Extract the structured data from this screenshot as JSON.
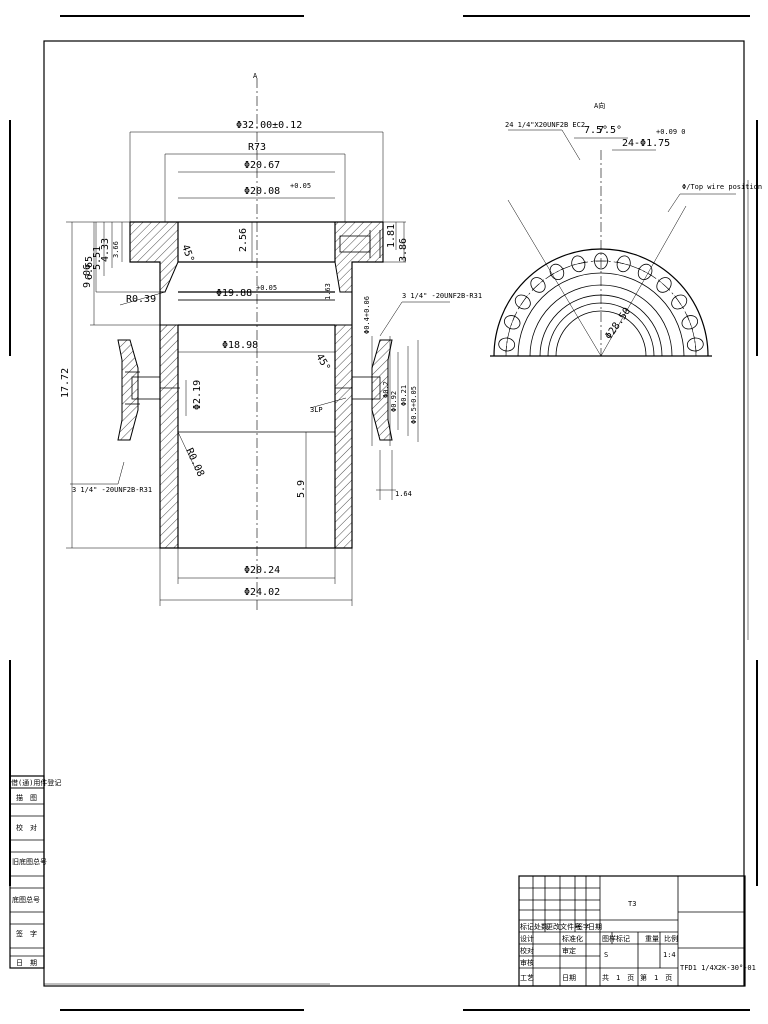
{
  "main_view": {
    "section_mark": "A",
    "dims": {
      "d_outer": "Φ32.00±0.12",
      "r_bolt": "R73",
      "d_bore1": "Φ20.67",
      "d_bore2": "Φ20.08",
      "d_bore2_tol": "+0.05",
      "d_bore3": "Φ19.88",
      "d_bore3_tol": "+0.05",
      "depth1": "2.56",
      "chamfer": "45°",
      "r039": "R0.39",
      "d_1898": "Φ18.98",
      "d_2024": "Φ20.24",
      "d_2402": "Φ24.02",
      "h_17_72": "17.72",
      "h_9_06": "9.06",
      "h_6_65": "6.65",
      "h_5_51": "5.51",
      "h_4_33": "4.33",
      "h_3_66": "3.66",
      "h_1_81": "1.81",
      "h_3_86": "3.86",
      "h_5_9": "5.9",
      "r_008": "R0.08",
      "port_d": "Φ2.19",
      "port_b1": "Φ0.4+0.06",
      "port_b2": "Φ0.2",
      "port_b3": "Φ0.92",
      "port_b4": "Φ0.21",
      "port_b5": "Φ0.5+0.05",
      "port_len": "1.64",
      "ang45": "45°",
      "small_thread": "1.63",
      "thread_note_right": "3 1/4\" -20UNF2B-R31",
      "thread_note_left": "3 1/4\" -20UNF2B-R31",
      "lbl_3lp": "3LP"
    }
  },
  "a_view": {
    "title": "A向",
    "note_left": "24 1/4\"X20UNF2B  EC2",
    "ang1": "7.5°",
    "ang2": "7.5°",
    "holes": "24-Φ1.75",
    "holes_tol": "+0.09 0",
    "top_wire": "Φ/Top wire position",
    "dia": "Φ28.50"
  },
  "left_strip": {
    "rows": [
      "借(通)用件登记",
      "描　图",
      "校　对",
      "旧底图总号",
      "底图总号",
      "签　字",
      "日　期"
    ]
  },
  "title_block": {
    "material": "T3",
    "header_row": [
      "标记",
      "处数",
      "更改文件号",
      "签字",
      "日期"
    ],
    "design_row": [
      "设计",
      "",
      "标准化"
    ],
    "check_row": [
      "校对",
      "",
      "审定"
    ],
    "review_row": [
      "审核",
      "",
      ""
    ],
    "process_row": [
      "工艺",
      "",
      "日期"
    ],
    "stage_label": "图样标记",
    "weight_label": "重量",
    "scale_label": "比例",
    "stage_value": "S",
    "scale_value": "1:4",
    "sheet_total": "共　1　页",
    "sheet_num": "第　1　页",
    "drawing_no": "TFD1 1/4X2K-30°-01"
  }
}
